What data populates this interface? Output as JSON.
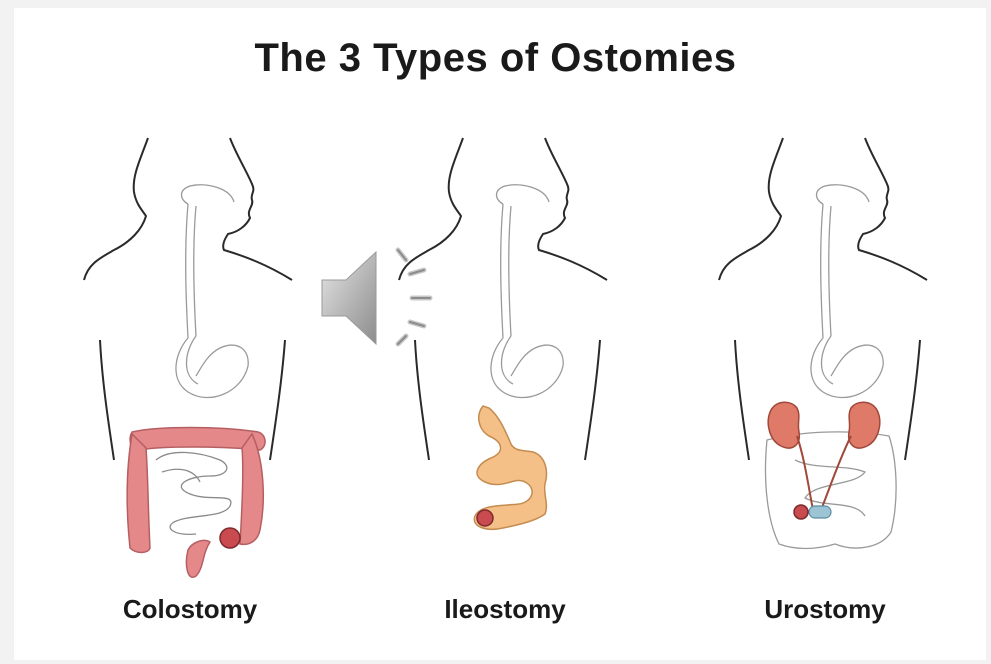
{
  "slide": {
    "title": "The 3 Types of Ostomies",
    "figures": [
      {
        "caption": "Colostomy",
        "highlight_color": "#e4888a"
      },
      {
        "caption": "Ileostomy",
        "highlight_color": "#f4c088"
      },
      {
        "caption": "Urostomy",
        "highlight_color": "#e07a68"
      }
    ]
  },
  "audio_control": {
    "icon": "speaker-icon"
  }
}
